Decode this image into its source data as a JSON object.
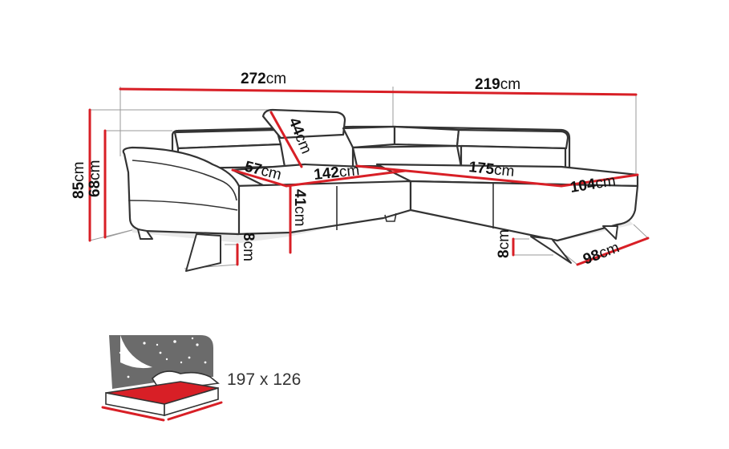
{
  "dimensions": {
    "total_width": {
      "value": "272",
      "unit": "cm"
    },
    "chaise_width": {
      "value": "219",
      "unit": "cm"
    },
    "total_height": {
      "value": "85",
      "unit": "cm"
    },
    "back_height": {
      "value": "68",
      "unit": "cm"
    },
    "headrest": {
      "value": "44",
      "unit": "cm"
    },
    "armrest_depth": {
      "value": "57",
      "unit": "cm"
    },
    "left_seat_length": {
      "value": "142",
      "unit": "cm"
    },
    "right_seat_length": {
      "value": "175",
      "unit": "cm"
    },
    "chaise_depth": {
      "value": "104",
      "unit": "cm"
    },
    "seat_height": {
      "value": "41",
      "unit": "cm"
    },
    "leg_height_left": {
      "value": "8",
      "unit": "cm"
    },
    "leg_height_right": {
      "value": "8",
      "unit": "cm"
    },
    "chaise_bottom": {
      "value": "98",
      "unit": "cm"
    }
  },
  "bed": {
    "size_label": "197 x 126"
  },
  "colors": {
    "dimension_line": "#d81f26",
    "outline": "#333333",
    "mattress": "#d81f26",
    "bedding_bg": "#6b6b6b"
  }
}
